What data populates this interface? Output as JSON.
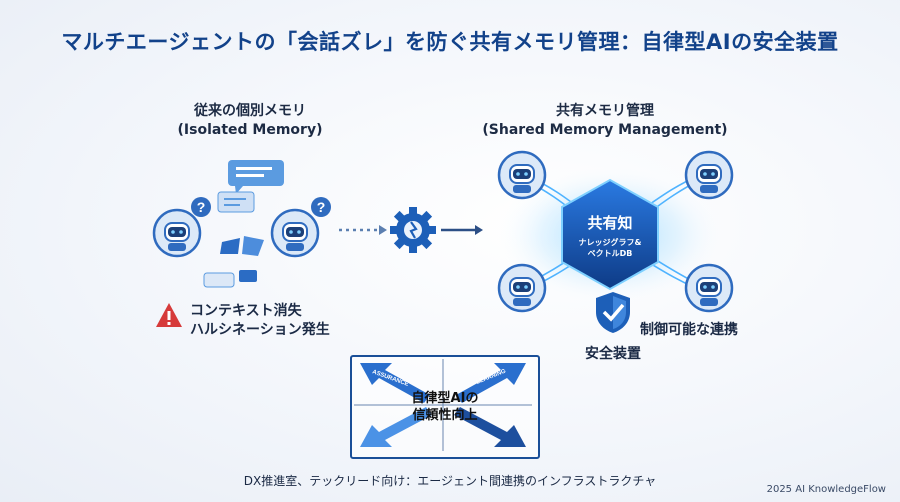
{
  "title": "マルチエージェントの「会話ズレ」を防ぐ共有メモリ管理：自律型AIの安全装置",
  "left_column": {
    "heading": "従来の個別メモリ",
    "heading_en": "(Isolated Memory)",
    "warning_lines": [
      "コンテキスト消失",
      "ハルシネーション発生"
    ]
  },
  "right_column": {
    "heading": "共有メモリ管理",
    "heading_en": "(Shared Memory Management)",
    "hub_title": "共有知",
    "hub_sub_1": "ナレッジグラフ&",
    "hub_sub_2": "ベクトルDB",
    "link_label": "制御可能な連携",
    "safety_label": "安全装置"
  },
  "quadrant": {
    "arrow_left_label": "ASSURANCE",
    "arrow_right_label": "LEARNING",
    "center_line_1": "自律型AIの",
    "center_line_2": "信頼性向上"
  },
  "footer": "DX推進室、テックリード向け：エージェント間連携のインフラストラクチャ",
  "credit": "2025 AI KnowledgeFlow",
  "colors": {
    "primary": "#12428a",
    "accent": "#1a6fd6",
    "warning": "#d63a3a"
  }
}
